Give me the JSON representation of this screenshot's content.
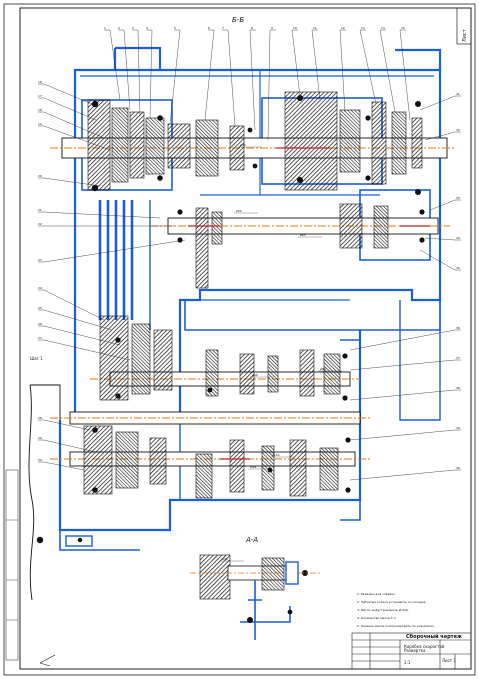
{
  "drawing": {
    "section_top_label": "Б-Б",
    "section_bottom_label": "А-А",
    "corner_stamp": "Лист",
    "side_label": "Шаг 1",
    "callout_labels": [
      "1",
      "2",
      "3",
      "4",
      "5",
      "6",
      "7",
      "8",
      "9",
      "10",
      "11",
      "12",
      "13",
      "14",
      "15",
      "16",
      "17",
      "18",
      "19",
      "20",
      "21",
      "22",
      "23",
      "24",
      "25",
      "26",
      "27",
      "28",
      "29",
      "30",
      "31",
      "32",
      "33",
      "34",
      "35",
      "36",
      "37",
      "38",
      "39",
      "40"
    ],
    "dimension_labels": [
      "ø40",
      "ø52",
      "ø65",
      "ø80",
      "ø90",
      "ø110",
      "М24",
      "ø35"
    ],
    "notes": [
      "1. Размеры для справок.",
      "2. Зубчатые колеса установить по посадке.",
      "3. Масло индустриальное И-40А.",
      "4. Количество масла 3 л.",
      "5. Уровень масла контролировать по указателю."
    ],
    "title_block": {
      "title": "Коробка скоростей",
      "subtitle": "Развертка",
      "org": "Сборочный чертеж",
      "sheet": "Лист 1",
      "scale": "1:1"
    }
  },
  "colors": {
    "body_blue": "#1a5fd6",
    "hatch_black": "#111111",
    "axis_orange": "#e07a10",
    "line_black": "#1a1a1a",
    "accent_red": "#c21e1e"
  }
}
